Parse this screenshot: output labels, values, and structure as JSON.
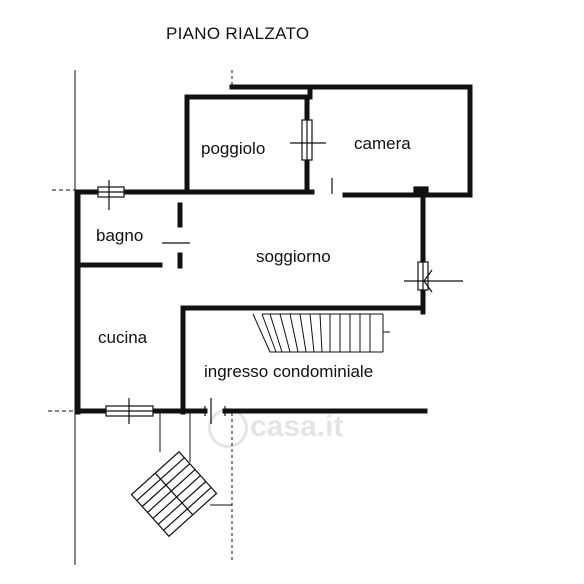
{
  "plan": {
    "title": "PIANO RIALZATO",
    "rooms": {
      "poggiolo": "poggiolo",
      "camera": "camera",
      "bagno": "bagno",
      "soggiorno": "soggiorno",
      "cucina": "cucina",
      "ingresso": "ingresso condominiale"
    },
    "watermark": "casa.it"
  },
  "colors": {
    "ink": "#111111",
    "background": "#ffffff"
  }
}
